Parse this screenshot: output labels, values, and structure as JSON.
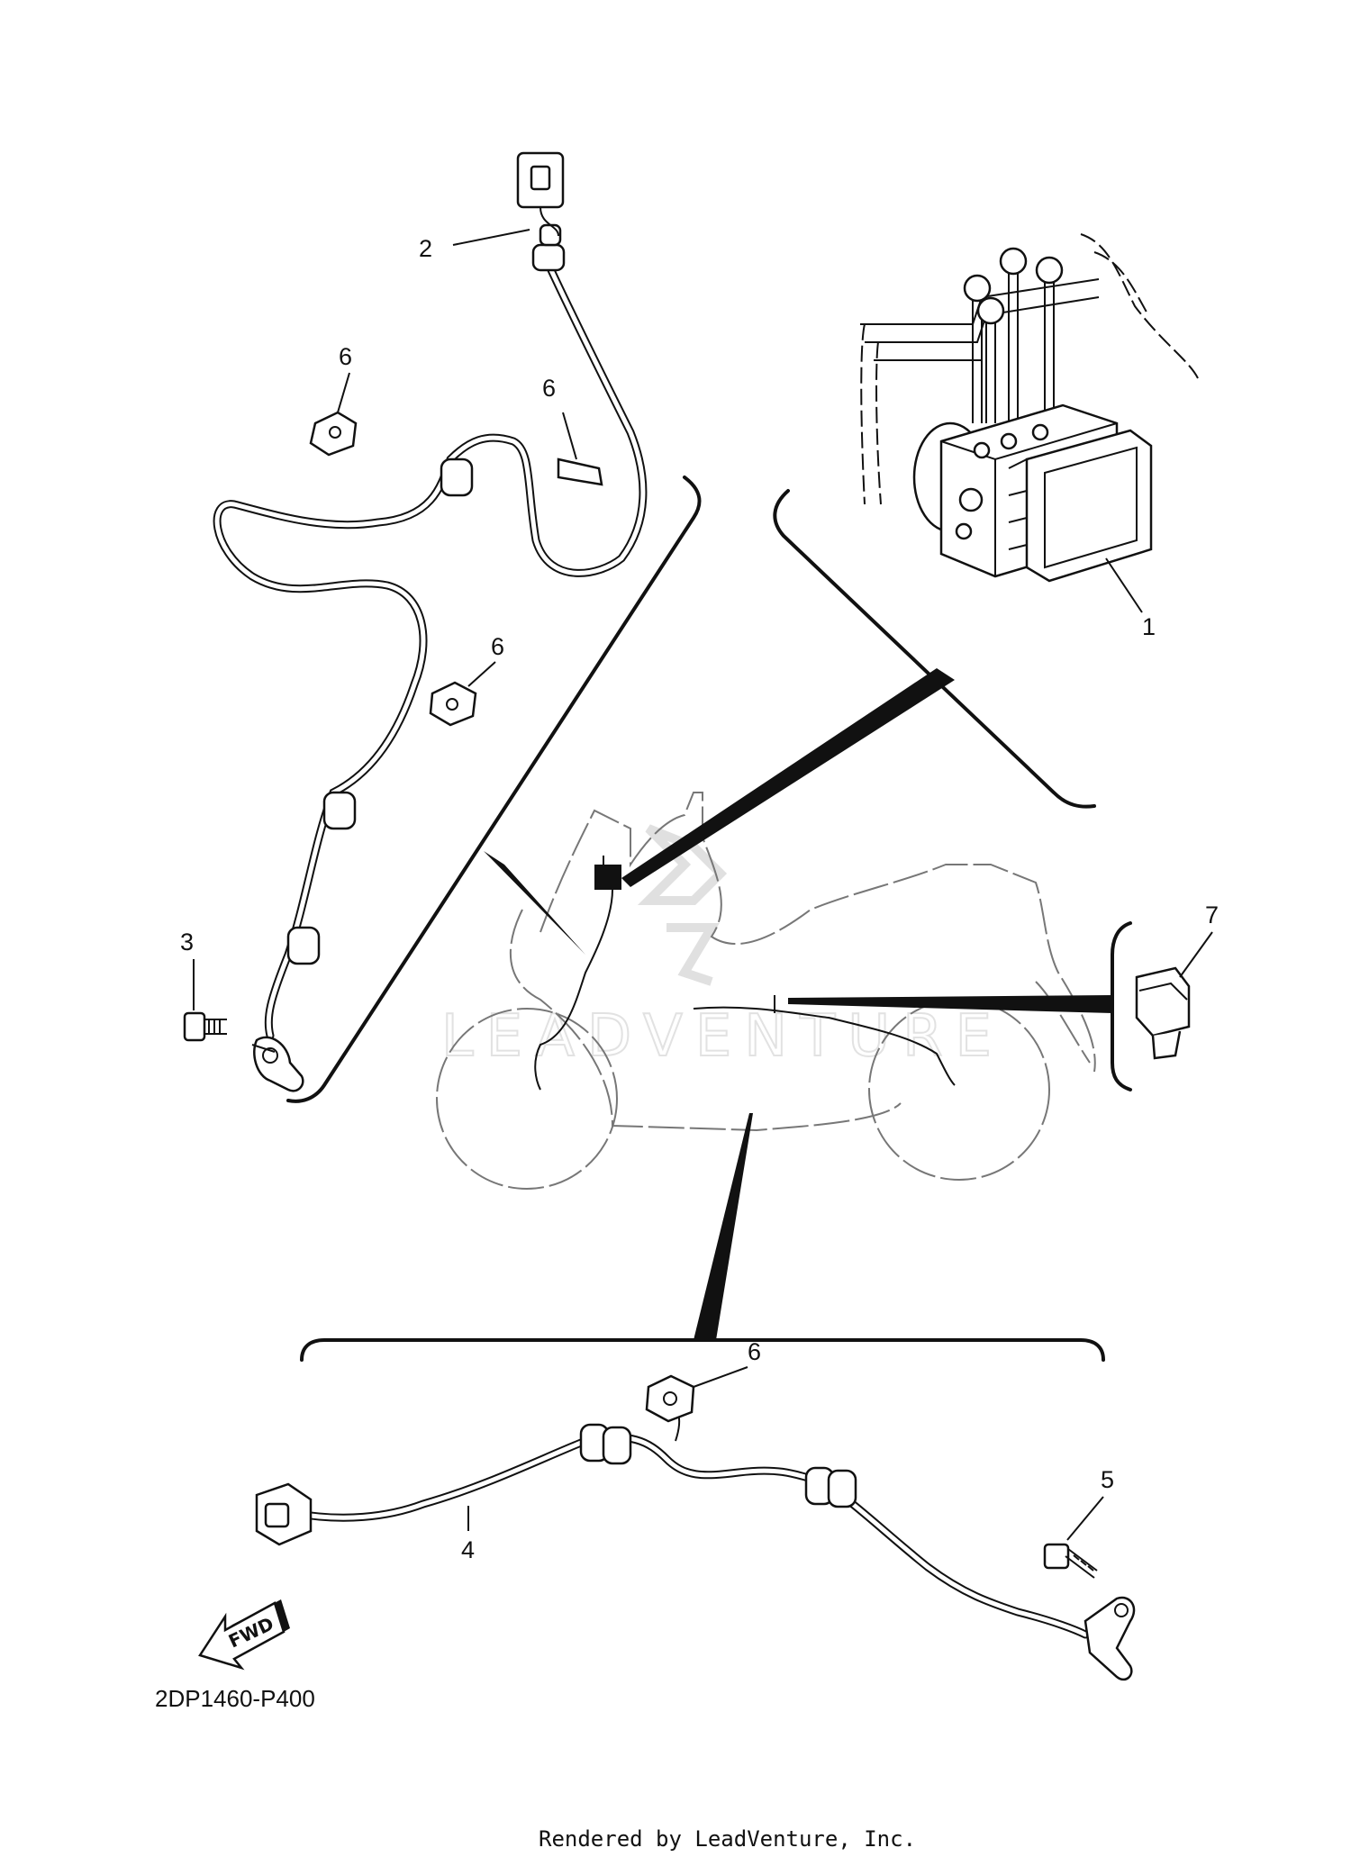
{
  "diagram": {
    "code": "2DP1460-P400",
    "footer": "Rendered by LeadVenture, Inc.",
    "watermark": "LEADVENTURE",
    "fwd_label": "FWD",
    "callouts": [
      {
        "id": "1",
        "label": "1"
      },
      {
        "id": "2",
        "label": "2"
      },
      {
        "id": "3",
        "label": "3"
      },
      {
        "id": "4",
        "label": "4"
      },
      {
        "id": "5",
        "label": "5"
      },
      {
        "id": "6a",
        "label": "6"
      },
      {
        "id": "6b",
        "label": "6"
      },
      {
        "id": "6c",
        "label": "6"
      },
      {
        "id": "6d",
        "label": "6"
      },
      {
        "id": "7",
        "label": "7"
      }
    ]
  }
}
